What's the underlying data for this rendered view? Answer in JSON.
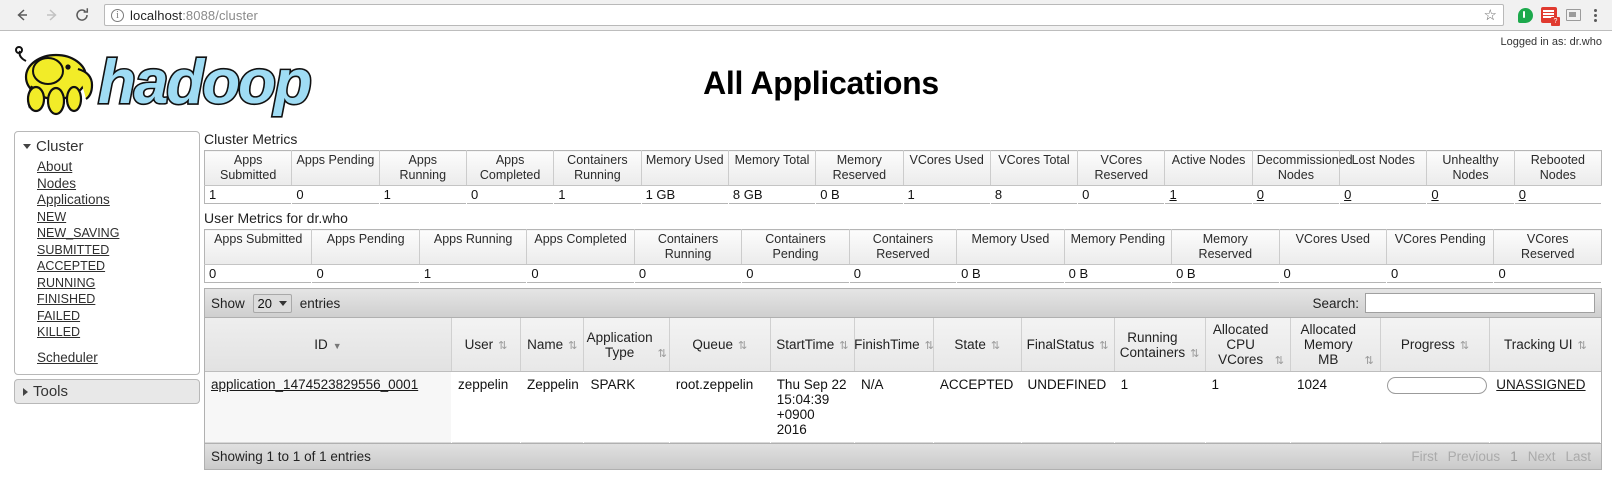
{
  "browser": {
    "back_icon": "back-arrow-icon",
    "forward_icon": "forward-arrow-icon",
    "reload_icon": "reload-icon",
    "url_host": "localhost",
    "url_path": ":8088/cluster",
    "star_glyph": "☆",
    "extensions": [
      "hangouts-icon",
      "todoist-icon",
      "screencast-icon"
    ],
    "menu_icon": "kebab-menu-icon"
  },
  "page": {
    "logged_in_as": "Logged in as: dr.who",
    "title": "All Applications",
    "logo_text": "hadoop"
  },
  "sidebar": {
    "cluster_label": "Cluster",
    "tools_label": "Tools",
    "items": [
      {
        "label": "About"
      },
      {
        "label": "Nodes"
      },
      {
        "label": "Applications"
      }
    ],
    "app_states": [
      {
        "label": "NEW"
      },
      {
        "label": "NEW_SAVING"
      },
      {
        "label": "SUBMITTED"
      },
      {
        "label": "ACCEPTED"
      },
      {
        "label": "RUNNING"
      },
      {
        "label": "FINISHED"
      },
      {
        "label": "FAILED"
      },
      {
        "label": "KILLED"
      }
    ],
    "scheduler_label": "Scheduler"
  },
  "cluster_metrics": {
    "section_label": "Cluster Metrics",
    "headers": [
      "Apps Submitted",
      "Apps Pending",
      "Apps Running",
      "Apps Completed",
      "Containers Running",
      "Memory Used",
      "Memory Total",
      "Memory Reserved",
      "VCores Used",
      "VCores Total",
      "VCores Reserved",
      "Active Nodes",
      "Decommissioned Nodes",
      "Lost Nodes",
      "Unhealthy Nodes",
      "Rebooted Nodes"
    ],
    "values": [
      "1",
      "0",
      "1",
      "0",
      "1",
      "1 GB",
      "8 GB",
      "0 B",
      "1",
      "8",
      "0",
      "1",
      "0",
      "0",
      "0",
      "0"
    ],
    "link_indices": [
      11,
      12,
      13,
      14,
      15
    ]
  },
  "user_metrics": {
    "section_label": "User Metrics for dr.who",
    "headers": [
      "Apps Submitted",
      "Apps Pending",
      "Apps Running",
      "Apps Completed",
      "Containers Running",
      "Containers Pending",
      "Containers Reserved",
      "Memory Used",
      "Memory Pending",
      "Memory Reserved",
      "VCores Used",
      "VCores Pending",
      "VCores Reserved"
    ],
    "values": [
      "0",
      "0",
      "1",
      "0",
      "0",
      "0",
      "0",
      "0 B",
      "0 B",
      "0 B",
      "0",
      "0",
      "0"
    ]
  },
  "datatable": {
    "show_label": "Show",
    "length_value": "20",
    "entries_label": "entries",
    "search_label": "Search:",
    "search_value": "",
    "search_placeholder": "",
    "info_text": "Showing 1 to 1 of 1 entries",
    "pager": [
      "First",
      "Previous",
      "1",
      "Next",
      "Last"
    ],
    "sort_desc_glyph": "▼",
    "sort_both_glyph": "⇅",
    "columns": [
      {
        "label": "ID",
        "sort": "desc"
      },
      {
        "label": "User",
        "sort": "both"
      },
      {
        "label": "Name",
        "sort": "both"
      },
      {
        "label": "Application Type",
        "sort": "both"
      },
      {
        "label": "Queue",
        "sort": "both"
      },
      {
        "label": "StartTime",
        "sort": "both"
      },
      {
        "label": "FinishTime",
        "sort": "both"
      },
      {
        "label": "State",
        "sort": "both"
      },
      {
        "label": "FinalStatus",
        "sort": "both"
      },
      {
        "label": "Running Containers",
        "sort": "both"
      },
      {
        "label": "Allocated CPU VCores",
        "sort": "both"
      },
      {
        "label": "Allocated Memory MB",
        "sort": "both"
      },
      {
        "label": "Progress",
        "sort": "both"
      },
      {
        "label": "Tracking UI",
        "sort": "both"
      }
    ],
    "rows": [
      {
        "id": "application_1474523829556_0001",
        "user": "zeppelin",
        "name": "Zeppelin",
        "app_type": "SPARK",
        "queue": "root.zeppelin",
        "start_time": "Thu Sep 22 15:04:39 +0900 2016",
        "finish_time": "N/A",
        "state": "ACCEPTED",
        "final_status": "UNDEFINED",
        "running_containers": "1",
        "allocated_vcores": "1",
        "allocated_memory": "1024",
        "progress_percent": "0",
        "tracking_ui": "UNASSIGNED"
      }
    ]
  }
}
